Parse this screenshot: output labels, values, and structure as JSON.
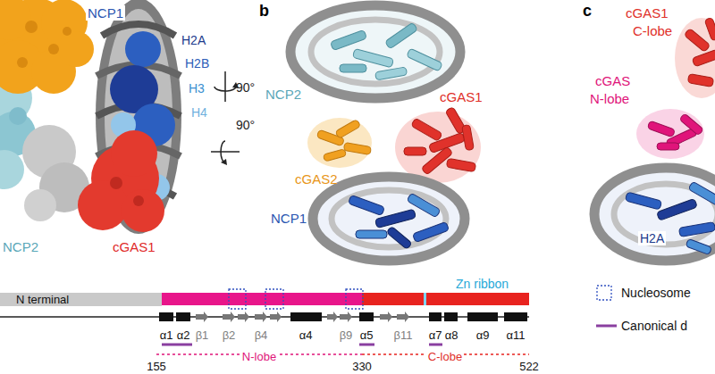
{
  "diagram": {
    "nodes": [
      {
        "text": [
          "N terminal"
        ]
      }
    ],
    "labels": [
      "NCP1",
      "H2A",
      "H2B",
      "H3",
      "H4",
      "NCP2",
      "cGAS1",
      "90°",
      "90°",
      "b",
      "NCP2",
      "cGAS1",
      "cGAS2",
      "NCP1",
      "c",
      "cGAS1",
      "C-lobe",
      "cGAS",
      "N-lobe",
      "H2A",
      "Zn ribbon",
      "α1",
      "α2",
      "β1",
      "β2",
      "β4",
      "α4",
      "β9",
      "α5",
      "β11",
      "α7",
      "α8",
      "α9",
      "α11",
      "155",
      "N-lobe",
      "330",
      "C-lobe",
      "522"
    ],
    "legend": [
      {
        "text": "Nucleosome"
      },
      {
        "text": "Canonical d"
      }
    ]
  }
}
